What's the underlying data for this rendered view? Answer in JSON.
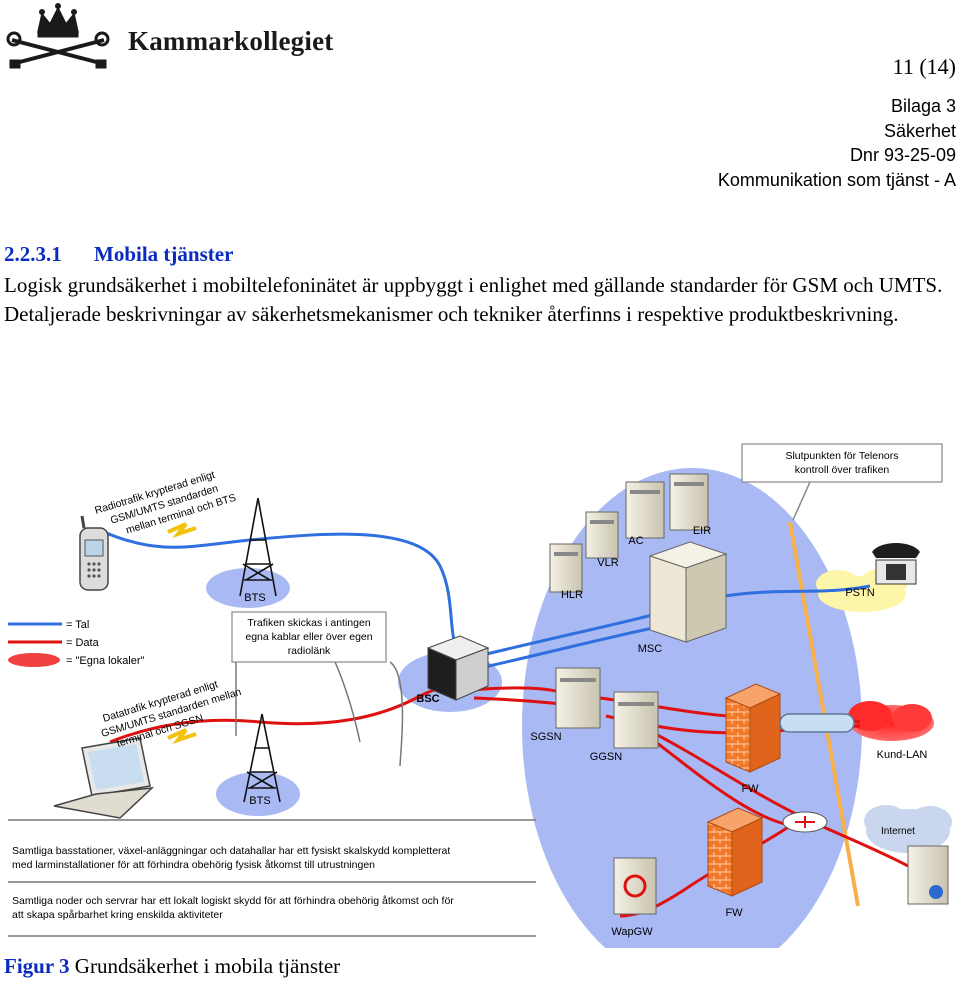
{
  "header": {
    "org_name": "Kammarkollegiet",
    "page_number": "11 (14)",
    "meta_lines": [
      "Bilaga 3",
      "Säkerhet",
      "Dnr 93-25-09",
      "Kommunikation som tjänst - A"
    ]
  },
  "section": {
    "number": "2.2.3.1",
    "title": "Mobila tjänster",
    "paragraphs": [
      "Logisk grundsäkerhet i mobiltelefoninätet är uppbyggt i enlighet med gällande standarder för GSM och UMTS.",
      "Detaljerade beskrivningar av säkerhetsmekanismer och tekniker återfinns i respektive produktbeskrivning."
    ]
  },
  "figure": {
    "legend": {
      "tal": "= Tal",
      "data": "= Data",
      "egna": "= \"Egna lokaler\""
    },
    "colors": {
      "tal": "#2f6fe0",
      "data": "#e01010",
      "egna": "#f04040",
      "premises": "#a9b9f3"
    },
    "annotations": {
      "radio": [
        "Radiotrafik krypterad enligt",
        "GSM/UMTS standarden",
        "mellan terminal och BTS"
      ],
      "data": [
        "Datatrafik krypterad enligt",
        "GSM/UMTS standarden mellan",
        "terminal och SGSN"
      ],
      "trafiken": [
        "Trafiken skickas i antingen",
        "egna kablar eller över egen",
        "radiolänk"
      ],
      "slut": [
        "Slutpunkten för Telenors",
        "kontroll över trafiken"
      ],
      "bottom1": [
        "Samtliga basstationer, växel-anläggningar och datahallar har ett fysiskt skalskydd kompletterat",
        "med larminstallationer för att förhindra obehörig fysisk åtkomst till utrustningen"
      ],
      "bottom2": [
        "Samtliga noder och servrar har ett lokalt logiskt skydd för att förhindra obehörig åtkomst och för",
        "att skapa spårbarhet kring enskilda aktiviteter"
      ]
    },
    "nodes": {
      "bts1": "BTS",
      "bts2": "BTS",
      "bsc": "BSC",
      "msc": "MSC",
      "hlr": "HLR",
      "vlr": "VLR",
      "ac": "AC",
      "eir": "EIR",
      "sgsn": "SGSN",
      "ggsn": "GGSN",
      "fw1": "FW",
      "fw2": "FW",
      "wapgw": "WapGW",
      "pstn": "PSTN",
      "kundlan": "Kund-LAN",
      "internet": "Internet"
    }
  },
  "caption": {
    "label": "Figur 3",
    "text": "Grundsäkerhet i mobila tjänster"
  }
}
